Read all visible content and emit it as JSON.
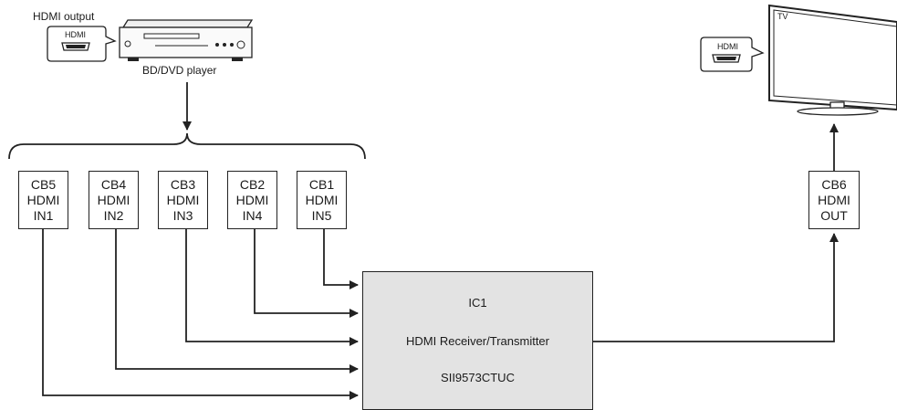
{
  "source": {
    "output_label": "HDMI output",
    "port_label": "HDMI",
    "device_label": "BD/DVD player"
  },
  "tv": {
    "label": "TV",
    "port_label": "HDMI"
  },
  "inputs": [
    {
      "id": "CB5",
      "line1": "HDMI",
      "line2": "IN1"
    },
    {
      "id": "CB4",
      "line1": "HDMI",
      "line2": "IN2"
    },
    {
      "id": "CB3",
      "line1": "HDMI",
      "line2": "IN3"
    },
    {
      "id": "CB2",
      "line1": "HDMI",
      "line2": "IN4"
    },
    {
      "id": "CB1",
      "line1": "HDMI",
      "line2": "IN5"
    }
  ],
  "output": {
    "id": "CB6",
    "line1": "HDMI",
    "line2": "OUT"
  },
  "ic": {
    "name": "IC1",
    "function": "HDMI Receiver/Transmitter",
    "part": "SII9573CTUC"
  }
}
